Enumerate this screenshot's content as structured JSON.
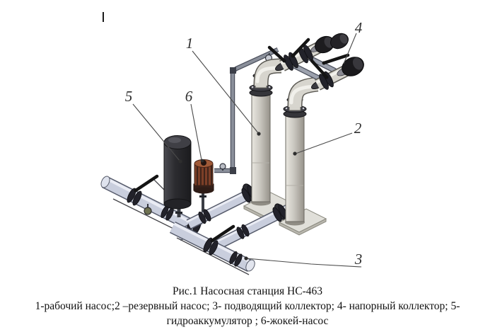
{
  "figure_caption": {
    "title": "Рис.1 Насосная станция НС-463",
    "legend_line_1": "1-рабочий насос;2 –резервный насос; 3- подводящий коллектор; 4- напорный коллектор; 5-",
    "legend_line_2": "гидроаккумулятор ; 6-жокей-насос"
  },
  "legend_items": [
    {
      "number": "1",
      "label": "рабочий насос"
    },
    {
      "number": "2",
      "label": "резервный насос"
    },
    {
      "number": "3",
      "label": "подводящий коллектор"
    },
    {
      "number": "4",
      "label": "напорный коллектор"
    },
    {
      "number": "5",
      "label": "гидроаккумулятор"
    },
    {
      "number": "6",
      "label": "жокей-насос"
    }
  ],
  "colors": {
    "background": "#ffffff",
    "collector_pipe": "#c9cedd",
    "riser_pipe": "#cac7c0",
    "accumulator_tank": "#323236",
    "jockey_pump_copper": "#8a4a30",
    "valve_hardware": "#1f1f24",
    "leader_line": "#4a4a4a",
    "caption_text": "#101010"
  }
}
